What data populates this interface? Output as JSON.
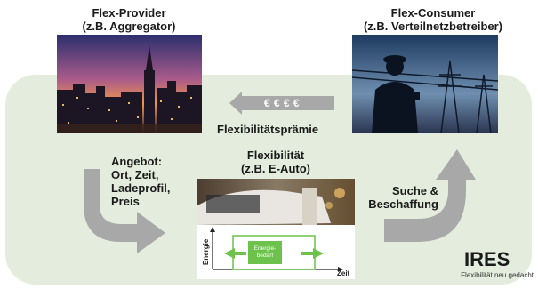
{
  "provider": {
    "title": "Flex-Provider",
    "subtitle": "(z.B. Aggregator)"
  },
  "consumer": {
    "title": "Flex-Consumer",
    "subtitle": "(z.B. Verteilnetzbetreiber)"
  },
  "flexibility": {
    "title": "Flexibilität",
    "subtitle": "(z.B. E-Auto)"
  },
  "money_arrow": {
    "label": "€ € € €"
  },
  "premium": {
    "label": "Flexibilitätsprämie"
  },
  "offer": {
    "line1": "Angebot:",
    "line2": "Ort, Zeit,",
    "line3": "Ladeprofil,",
    "line4": "Preis"
  },
  "search": {
    "line1": "Suche &",
    "line2": "Beschaffung"
  },
  "chart": {
    "y_axis": "Energie",
    "x_axis": "Zeit",
    "box_line1": "Energie-",
    "box_line2": "bedarf"
  },
  "brand": {
    "name": "IRES",
    "tagline": "Flexibilität neu gedacht"
  },
  "colors": {
    "panel": "#e4eddd",
    "arrow_gray": "#a8a8a8",
    "green": "#6cc24a"
  }
}
